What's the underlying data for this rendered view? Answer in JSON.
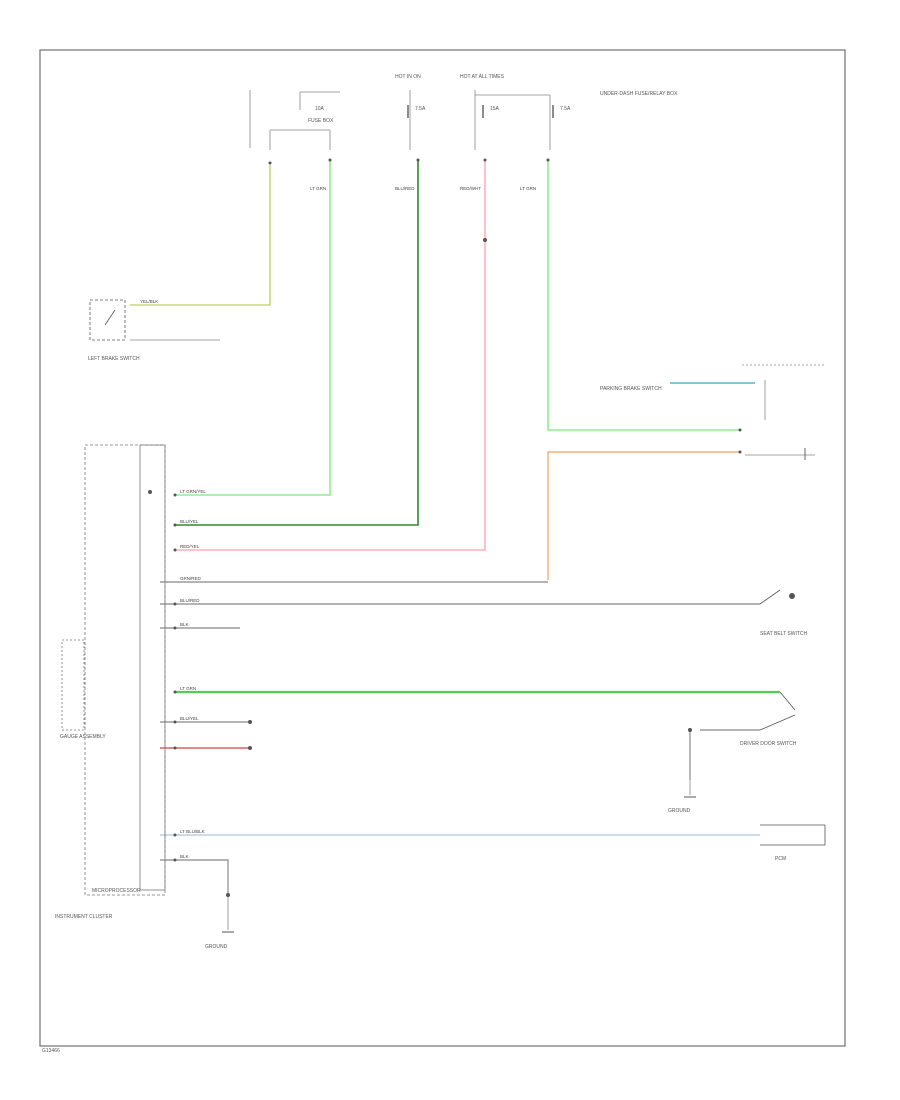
{
  "colors": {
    "yellow_green": "#c8d87a",
    "green": "#90ee90",
    "dark_green": "#2e8b2e",
    "pink": "#ffb0b8",
    "orange": "#f0a060",
    "light_blue": "#a8c8e0",
    "black": "#333333",
    "red": "#d04040",
    "cyan": "#40a0c0",
    "bright_green": "#50d050"
  },
  "labels": {
    "instrument_cluster": "INSTRUMENT CLUSTER",
    "microprocessor": "MICROPROCESSOR",
    "fuse_box": "FUSE BOX",
    "hot_in_on": "HOT IN ON",
    "hot_at_all_times": "HOT AT ALL TIMES",
    "under_dash": "UNDER-DASH FUSE/RELAY BOX",
    "left_brake_switch": "LEFT BRAKE SWITCH",
    "parking_brake": "PARKING BRAKE SWITCH",
    "seat_belt_switch": "SEAT BELT SWITCH",
    "driver_door_switch": "DRIVER DOOR SWITCH",
    "pcm": "PCM",
    "gauge_assembly": "GAUGE ASSEMBLY",
    "ground": "GROUND",
    "footer_code": "G13466",
    "fuse_labels": [
      "10A",
      "7.5A",
      "15A",
      "7.5A"
    ],
    "wire_labels": [
      "YEL/BLK",
      "LT GRN",
      "BLU/RED",
      "RED/WHT",
      "LT GRN",
      "LT GRN/YEL",
      "BLU/YEL",
      "RED/YEL",
      "GRN/RED",
      "BLU/RED",
      "BLK",
      "LT GRN",
      "BLU/YEL",
      "LT BLU/BLK",
      "BLK"
    ]
  }
}
